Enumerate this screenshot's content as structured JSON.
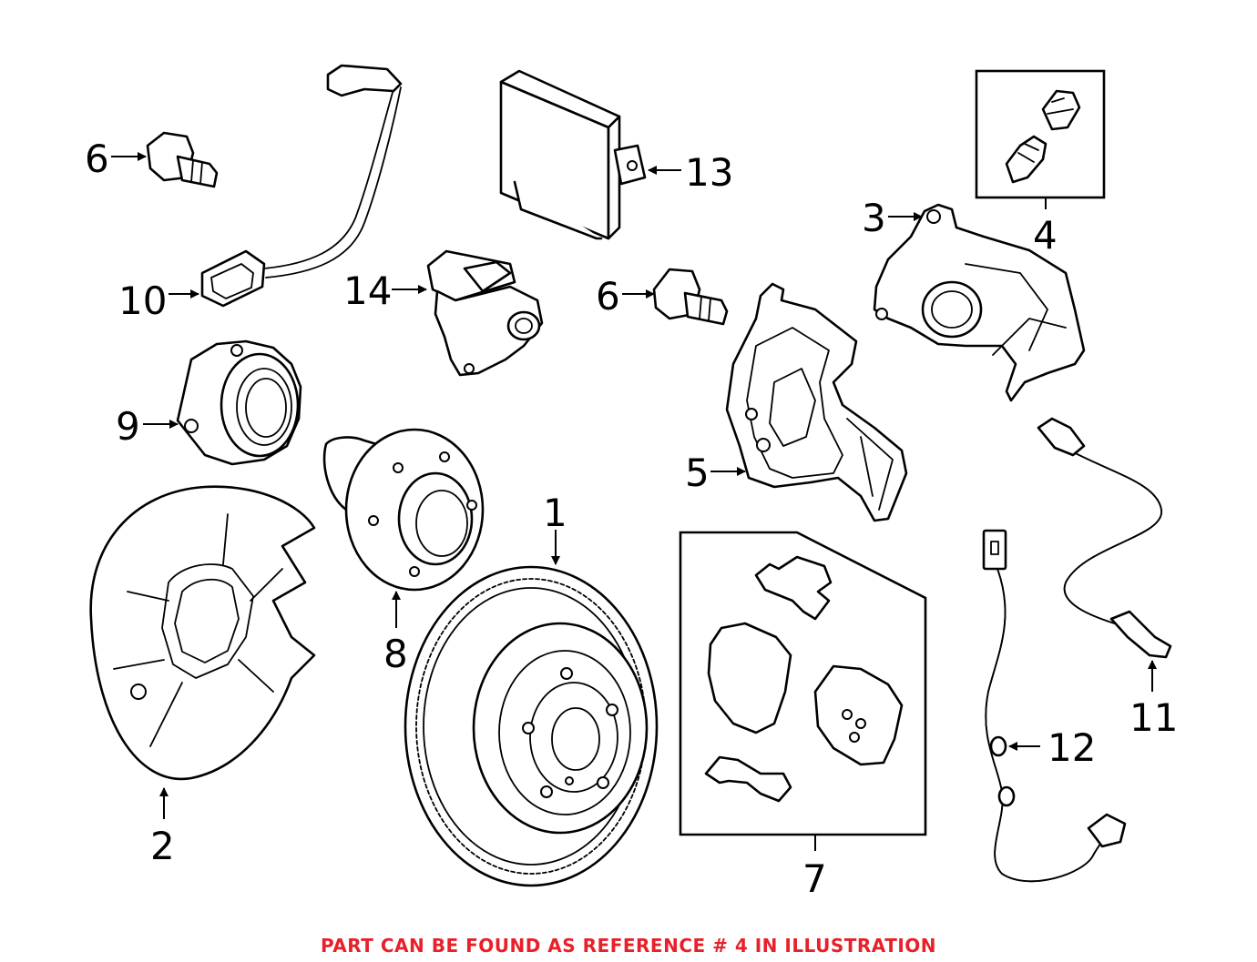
{
  "labels": {
    "part_1": "1",
    "part_2": "2",
    "part_3": "3",
    "part_4": "4",
    "part_5": "5",
    "part_6a": "6",
    "part_6b": "6",
    "part_7": "7",
    "part_8": "8",
    "part_9": "9",
    "part_10": "10",
    "part_11": "11",
    "part_12": "12",
    "part_13": "13",
    "part_14": "14"
  },
  "caption": {
    "text": "PART CAN BE FOUND AS REFERENCE # 4 IN ILLUSTRATION",
    "color": "#e8202a"
  }
}
